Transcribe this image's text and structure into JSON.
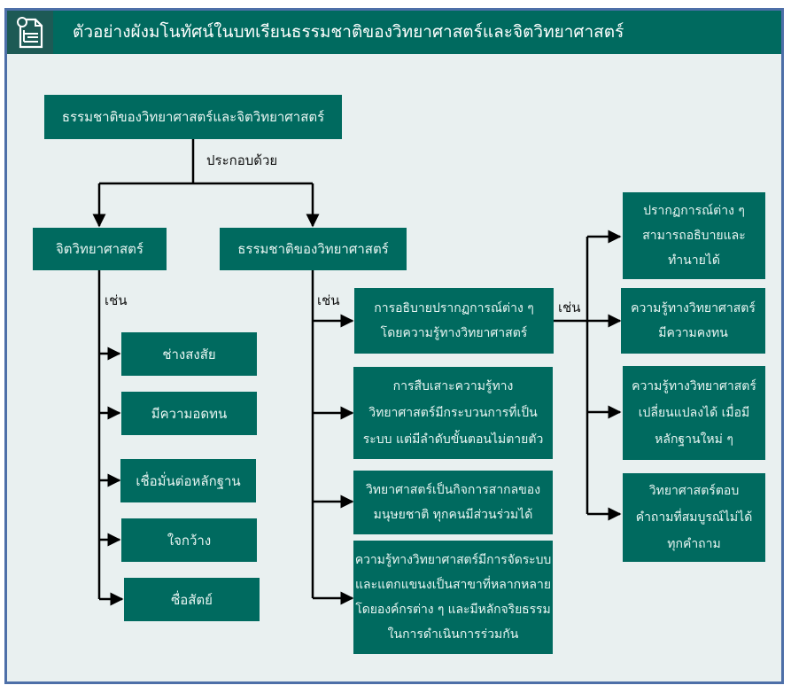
{
  "header": {
    "icon": "document-list-icon",
    "title": "ตัวอย่างผังมโนทัศน์ในบทเรียนธรรมชาติของวิทยาศาสตร์และจิตวิทยาศาสตร์"
  },
  "colors": {
    "node_fill": "#006a5f",
    "header_fill": "#006a5f",
    "icon_fill": "#1d5a55",
    "frame_border": "#4d6fa8",
    "background": "#e9f0f0"
  },
  "diagram": {
    "root": "ธรรมชาติของวิทยาศาสตร์และจิตวิทยาศาสตร์",
    "root_link_label": "ประกอบด้วย",
    "left_branch": {
      "title": "จิตวิทยาศาสตร์",
      "link_label": "เช่น",
      "items": [
        "ช่างสงสัย",
        "มีความอดทน",
        "เชื่อมั่นต่อหลักฐาน",
        "ใจกว้าง",
        "ซื่อสัตย์"
      ]
    },
    "right_branch": {
      "title": "ธรรมชาติของวิทยาศาสตร์",
      "link_label": "เช่น",
      "items": [
        [
          "การอธิบายปรากฏการณ์ต่าง ๆ",
          "โดยความรู้ทางวิทยาศาสตร์"
        ],
        [
          "การสืบเสาะความรู้ทาง",
          "วิทยาศาสตร์มีกระบวนการที่เป็น",
          "ระบบ แต่มีลำดับขั้นตอนไม่ตายตัว"
        ],
        [
          "วิทยาศาสตร์เป็นกิจการสากลของ",
          "มนุษยชาติ ทุกคนมีส่วนร่วมได้"
        ],
        [
          "ความรู้ทางวิทยาศาสตร์มีการจัดระบบ",
          "และแตกแขนงเป็นสาขาที่หลากหลาย",
          "โดยองค์กรต่าง ๆ และมีหลักจริยธรรม",
          "ในการดำเนินการร่วมกัน"
        ]
      ],
      "sub_branch": {
        "link_label": "เช่น",
        "items": [
          [
            "ปรากฏการณ์ต่าง ๆ",
            "สามารถอธิบายและ",
            "ทำนายได้"
          ],
          [
            "ความรู้ทางวิทยาศาสตร์",
            "มีความคงทน"
          ],
          [
            "ความรู้ทางวิทยาศาสตร์",
            "เปลี่ยนแปลงได้ เมื่อมี",
            "หลักฐานใหม่ ๆ"
          ],
          [
            "วิทยาศาสตร์ตอบ",
            "คำถามที่สมบูรณ์ไม่ได้",
            "ทุกคำถาม"
          ]
        ]
      }
    }
  }
}
